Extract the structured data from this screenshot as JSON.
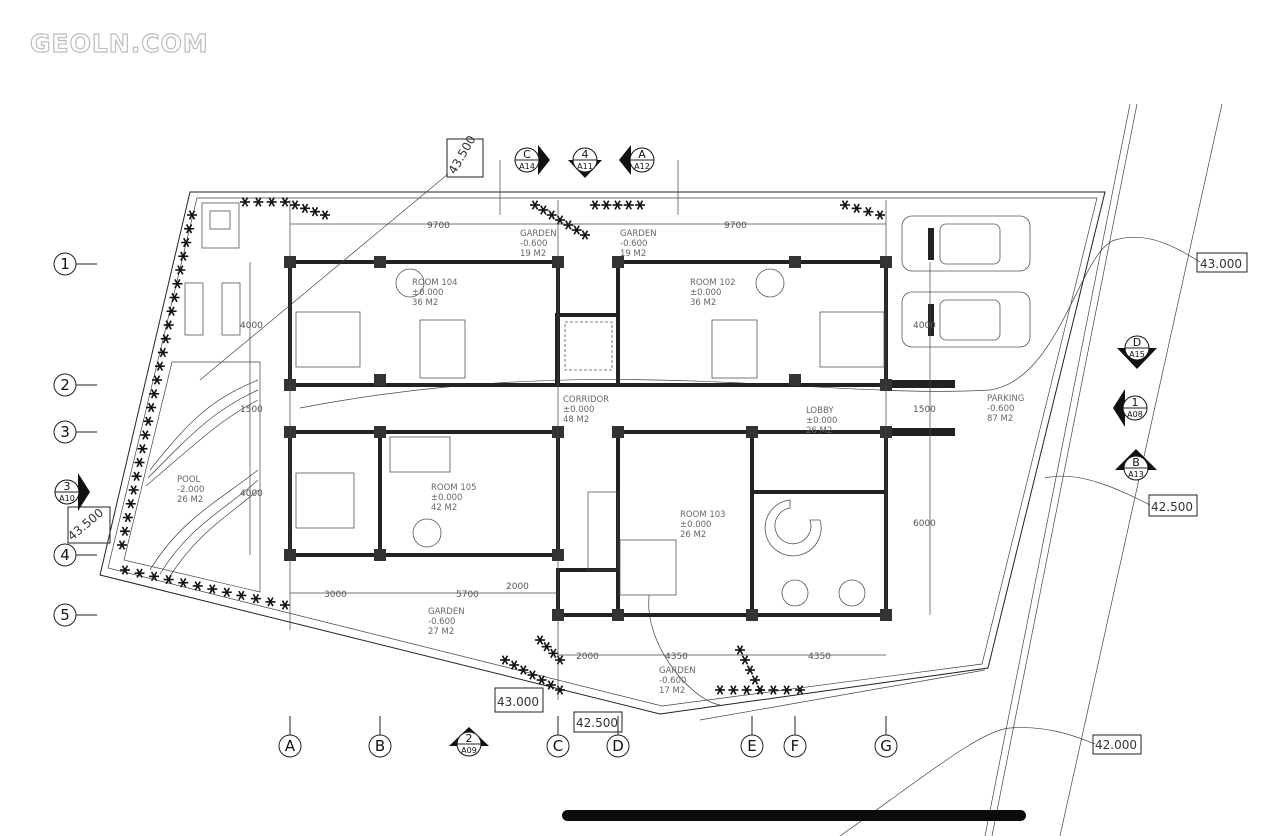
{
  "watermark": "GEOLN.COM",
  "rooms": {
    "room104": {
      "name": "ROOM 104",
      "level": "±0.000",
      "area": "36 M2"
    },
    "room102": {
      "name": "ROOM 102",
      "level": "±0.000",
      "area": "36 M2"
    },
    "room105": {
      "name": "ROOM 105",
      "level": "±0.000",
      "area": "42 M2"
    },
    "room103": {
      "name": "ROOM 103",
      "level": "±0.000",
      "area": "26 M2"
    },
    "corridor": {
      "name": "CORRIDOR",
      "level": "±0.000",
      "area": "48 M2"
    },
    "lobby": {
      "name": "LOBBY",
      "level": "±0.000",
      "area": "26 M2"
    },
    "parking": {
      "name": "PARKING",
      "level": "-0.600",
      "area": "87 M2"
    },
    "pool": {
      "name": "POOL",
      "level": "-2.000",
      "area": "26 M2"
    },
    "garden_top_left": {
      "name": "GARDEN",
      "level": "-0.600",
      "area": "19 M2"
    },
    "garden_top_right": {
      "name": "GARDEN",
      "level": "-0.600",
      "area": "19 M2"
    },
    "garden_bottom_left": {
      "name": "GARDEN",
      "level": "-0.600",
      "area": "27 M2"
    },
    "garden_bottom_right": {
      "name": "GARDEN",
      "level": "-0.600",
      "area": "17 M2"
    }
  },
  "dimensions": {
    "top_left": "9700",
    "top_right": "9700",
    "left_1": "4000",
    "left_2": "1500",
    "left_3": "4000",
    "right_1": "4000",
    "right_2": "1500",
    "right_3": "6000",
    "bottom_1": "3000",
    "bottom_2": "5700",
    "bottom_3": "2000",
    "bottom_4": "2000",
    "bottom_5": "4350",
    "bottom_6": "4350"
  },
  "grid_rows": [
    "1",
    "2",
    "3",
    "4",
    "5"
  ],
  "grid_cols": [
    "A",
    "B",
    "C",
    "D",
    "E",
    "F",
    "G"
  ],
  "section_markers": [
    {
      "id": "C",
      "sheet": "A14"
    },
    {
      "id": "4",
      "sheet": "A11"
    },
    {
      "id": "A",
      "sheet": "A12"
    },
    {
      "id": "D",
      "sheet": "A15"
    },
    {
      "id": "1",
      "sheet": "A08"
    },
    {
      "id": "B",
      "sheet": "A13"
    },
    {
      "id": "3",
      "sheet": "A10"
    },
    {
      "id": "2",
      "sheet": "A09"
    }
  ],
  "elevations": {
    "top": "43.500",
    "left": "43.500",
    "right_top": "43.000",
    "right_mid": "42.500",
    "right_bottom": "42.000",
    "bottom_left": "43.000",
    "bottom_mid": "42.500"
  }
}
